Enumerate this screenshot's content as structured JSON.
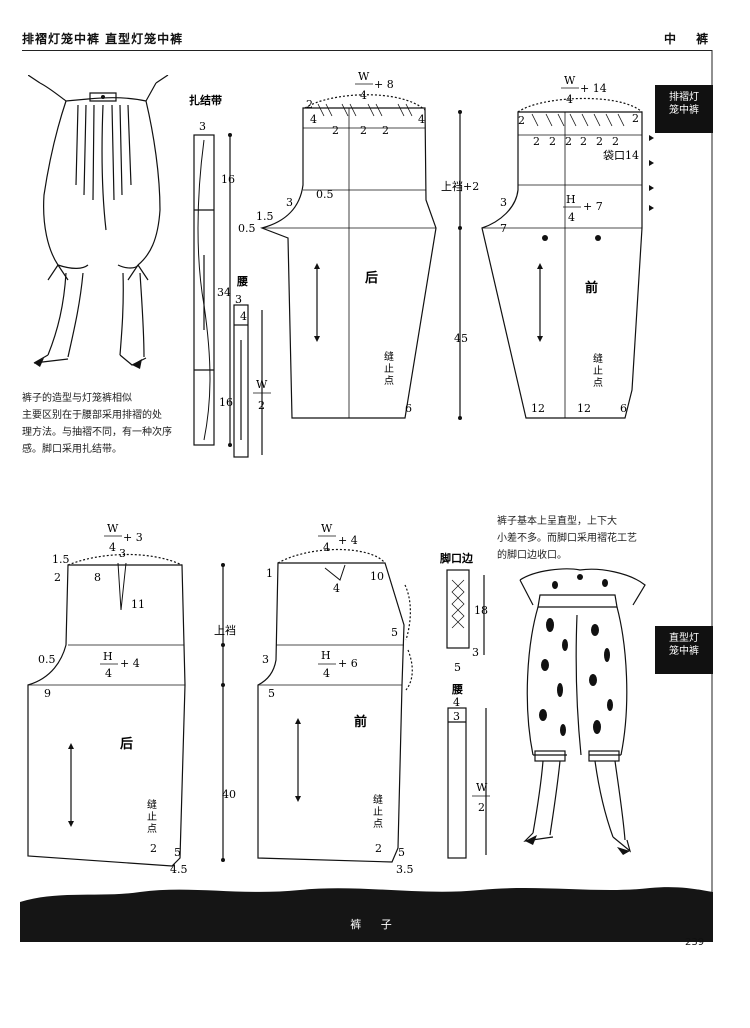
{
  "header": {
    "title": "排褶灯笼中裤   直型灯笼中裤",
    "right": "中 裤"
  },
  "side_tabs": [
    {
      "line1": "排褶灯",
      "line2": "笼中裤"
    },
    {
      "line1": "直型灯",
      "line2": "笼中裤"
    }
  ],
  "descriptions": {
    "pleated": [
      "裤子的造型与灯笼裤相似",
      "主要区别在于腰部采用排褶的处",
      "理方法。与抽褶不同，有一种次序",
      "感。脚口采用扎结带。"
    ],
    "straight": [
      "裤子基本上呈直型，上下大",
      "小差不多。而脚口采用褶花工艺",
      "的脚口边收口。"
    ]
  },
  "labels": {
    "tie_band": "扎结带",
    "waistband": "腰",
    "cuff": "脚口边",
    "back": "后",
    "front": "前",
    "stop_point": [
      "缝",
      "止",
      "点"
    ],
    "pocket": "袋口14",
    "rise": "上裆",
    "rise_plus": "上裆+2",
    "frac_w": "W",
    "frac_h": "H",
    "frac_den4": "4",
    "frac_den2": "2",
    "top_back_plus": "+ 8",
    "top_front_plus": "+ 14",
    "hip_front_plus": "+ 7",
    "b_back_waist_plus": "+ 3",
    "b_front_waist_plus": "+ 4",
    "b_back_hip_plus": "+ 4",
    "b_front_hip_plus": "+ 6"
  },
  "dimensions": {
    "two": "2",
    "three": "3",
    "four": "4",
    "five": "5",
    "six": "6",
    "seven": "7",
    "eight": "8",
    "nine": "9",
    "ten": "10",
    "eleven": "11",
    "twelve": "12",
    "sixteen": "16",
    "eighteen": "18",
    "thirtyfour": "34",
    "forty": "40",
    "fortyfive": "45",
    "zero5": "0.5",
    "one5": "1.5",
    "three5": "3.5",
    "four5": "4.5",
    "one": "1"
  },
  "footer": {
    "text": "裤  子",
    "page_number": "239"
  }
}
